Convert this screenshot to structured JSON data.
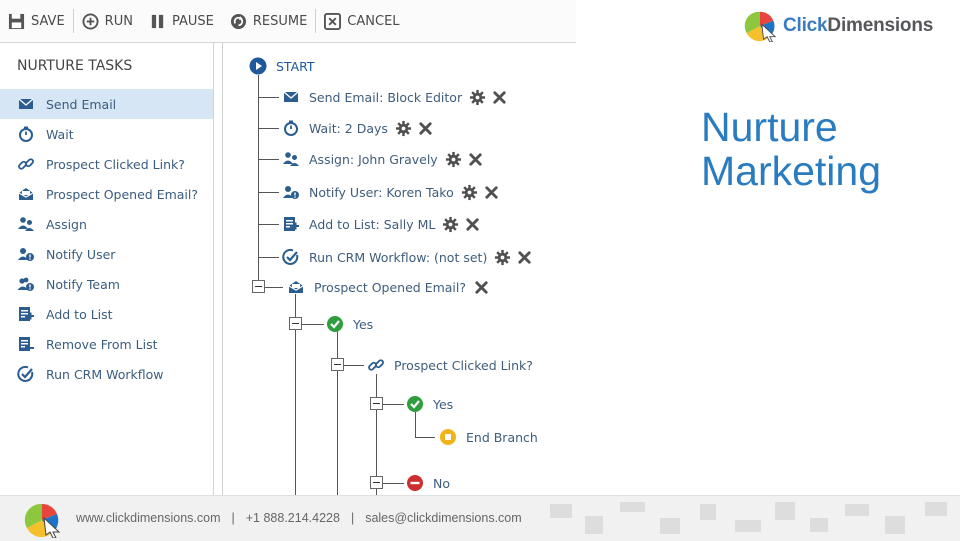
{
  "toolbar": {
    "save": "SAVE",
    "run": "RUN",
    "pause": "PAUSE",
    "resume": "RESUME",
    "cancel": "CANCEL"
  },
  "tasks": {
    "header": "NURTURE TASKS",
    "items": [
      {
        "label": "Send Email",
        "icon": "envelope-icon",
        "active": true
      },
      {
        "label": "Wait",
        "icon": "stopwatch-icon"
      },
      {
        "label": "Prospect Clicked Link?",
        "icon": "link-icon"
      },
      {
        "label": "Prospect Opened Email?",
        "icon": "open-envelope-icon"
      },
      {
        "label": "Assign",
        "icon": "users-icon"
      },
      {
        "label": "Notify User",
        "icon": "notify-user-icon"
      },
      {
        "label": "Notify Team",
        "icon": "notify-team-icon"
      },
      {
        "label": "Add to List",
        "icon": "add-list-icon"
      },
      {
        "label": "Remove From List",
        "icon": "remove-list-icon"
      },
      {
        "label": "Run CRM Workflow",
        "icon": "workflow-icon"
      }
    ]
  },
  "flow": {
    "start": "START",
    "steps": [
      {
        "label": "Send Email: Block Editor",
        "icon": "envelope-icon"
      },
      {
        "label": "Wait: 2 Days",
        "icon": "stopwatch-icon"
      },
      {
        "label": "Assign: John Gravely",
        "icon": "users-icon"
      },
      {
        "label": "Notify User: Koren Tako",
        "icon": "notify-user-icon"
      },
      {
        "label": "Add to List: Sally ML",
        "icon": "add-list-icon"
      },
      {
        "label": "Run CRM Workflow: (not set)",
        "icon": "workflow-icon"
      }
    ],
    "opened_email": "Prospect Opened Email?",
    "yes_1": "Yes",
    "clicked_link": "Prospect Clicked Link?",
    "yes_2": "Yes",
    "end_branch": "End Branch",
    "no": "No"
  },
  "brand": {
    "logo_text_1": "Click",
    "logo_text_2": "Dimensions",
    "color_blue": "#2a7cc1",
    "color_grey": "#55575a"
  },
  "slide": {
    "title_line1": "Nurture",
    "title_line2": "Marketing"
  },
  "footer": {
    "website": "www.clickdimensions.com",
    "separator": "|",
    "phone": "+1 888.214.4228",
    "email": "sales@clickdimensions.com"
  }
}
